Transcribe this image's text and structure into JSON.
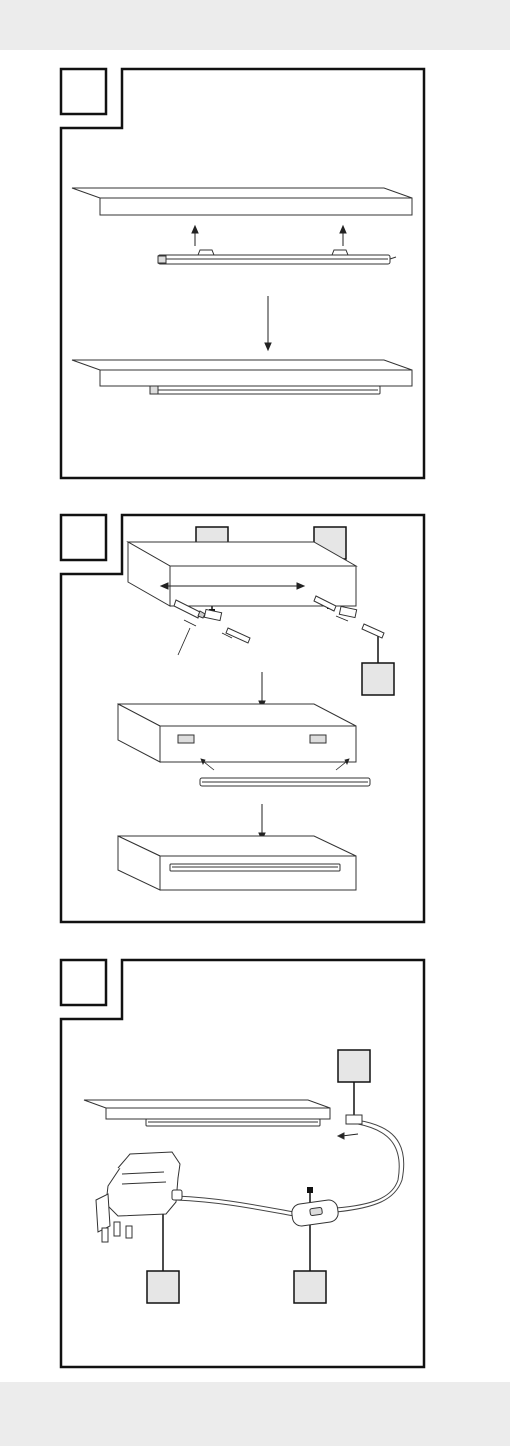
{
  "page": {
    "header_band": "",
    "footer_band": ""
  },
  "figures": [
    {
      "id": "figure-1",
      "step_number": "",
      "callouts": []
    },
    {
      "id": "figure-2",
      "step_number": "",
      "callouts": [
        "",
        "",
        ""
      ]
    },
    {
      "id": "figure-3",
      "step_number": "",
      "callouts": [
        "",
        "",
        ""
      ]
    }
  ],
  "colors": {
    "frame": "#111111",
    "line": "#333333",
    "callout_fill": "#e6e6e6",
    "band": "#ececec"
  }
}
